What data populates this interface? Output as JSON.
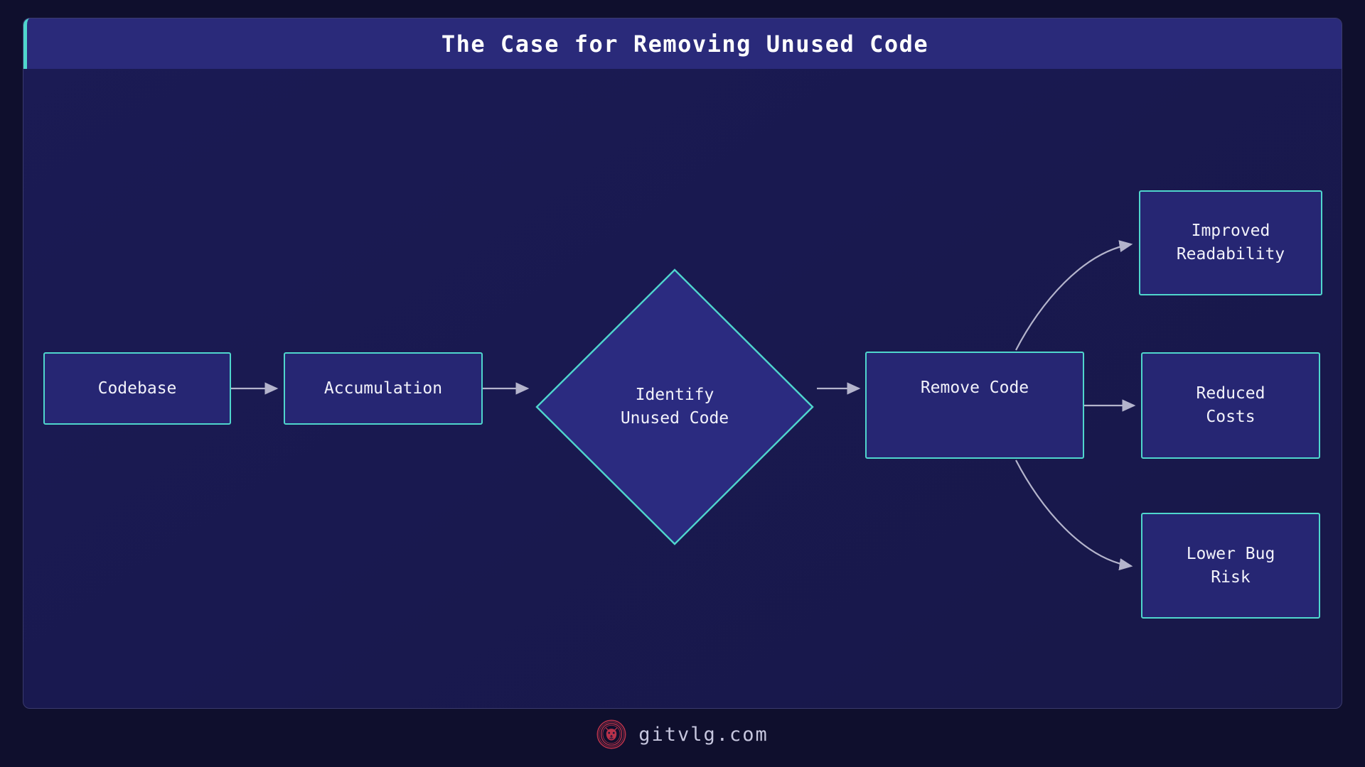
{
  "header": {
    "title": "The Case for Removing Unused Code",
    "accent_color": "#4fd6cd",
    "bar_color": "#2a2a7a"
  },
  "theme": {
    "page_background": "#0f0f2d",
    "card_background": "#1b1b54",
    "node_fill": "#262673",
    "node_border": "#4fd6cd",
    "edge_color": "#b4b4cc",
    "text_color": "#f2f2fa",
    "brand_color": "#b8324a"
  },
  "diagram": {
    "type": "flowchart",
    "direction": "left-to-right",
    "nodes": [
      {
        "id": "codebase",
        "label": "Codebase",
        "shape": "rect"
      },
      {
        "id": "accumulation",
        "label": "Accumulation",
        "shape": "rect"
      },
      {
        "id": "decision",
        "label": "Identify\nUnused Code",
        "shape": "diamond"
      },
      {
        "id": "remove",
        "label": "Remove Code",
        "shape": "rect"
      },
      {
        "id": "improved",
        "label": "Improved\nReadability",
        "shape": "rect"
      },
      {
        "id": "reduced",
        "label": "Reduced\nCosts",
        "shape": "rect"
      },
      {
        "id": "lowerbug",
        "label": "Lower Bug\nRisk",
        "shape": "rect"
      }
    ],
    "edges": [
      {
        "from": "codebase",
        "to": "accumulation",
        "style": "straight",
        "label": ""
      },
      {
        "from": "accumulation",
        "to": "decision",
        "style": "straight",
        "label": ""
      },
      {
        "from": "decision",
        "to": "remove",
        "style": "straight",
        "label": ""
      },
      {
        "from": "remove",
        "to": "improved",
        "style": "curved",
        "label": ""
      },
      {
        "from": "remove",
        "to": "reduced",
        "style": "straight",
        "label": ""
      },
      {
        "from": "remove",
        "to": "lowerbug",
        "style": "curved",
        "label": ""
      }
    ]
  },
  "footer": {
    "brand_text": "gitvlg.com",
    "logo_name": "lion-head-logo"
  }
}
